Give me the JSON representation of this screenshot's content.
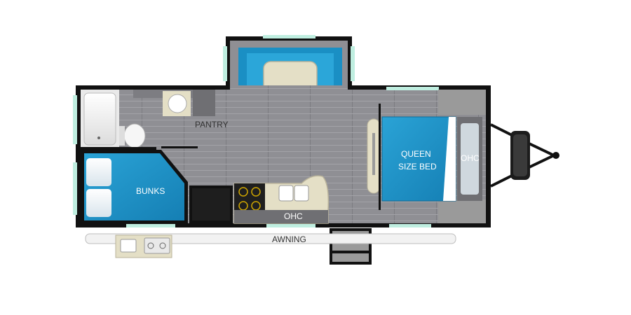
{
  "labels": {
    "pantry": "PANTRY",
    "queen_bed_line1": "QUEEN",
    "queen_bed_line2": "SIZE BED",
    "ohc_bedroom": "OHC",
    "bunks": "BUNKS",
    "ohc_kitchen": "OHC",
    "awning": "AWNING"
  },
  "colors": {
    "wall": "#111111",
    "floor": "#8e8e93",
    "accent_blue": "#1a8fc4",
    "window_glass": "#bfeee0",
    "counter_tan": "#e4dfc6",
    "cabinet_gray": "#9a9a9a"
  }
}
